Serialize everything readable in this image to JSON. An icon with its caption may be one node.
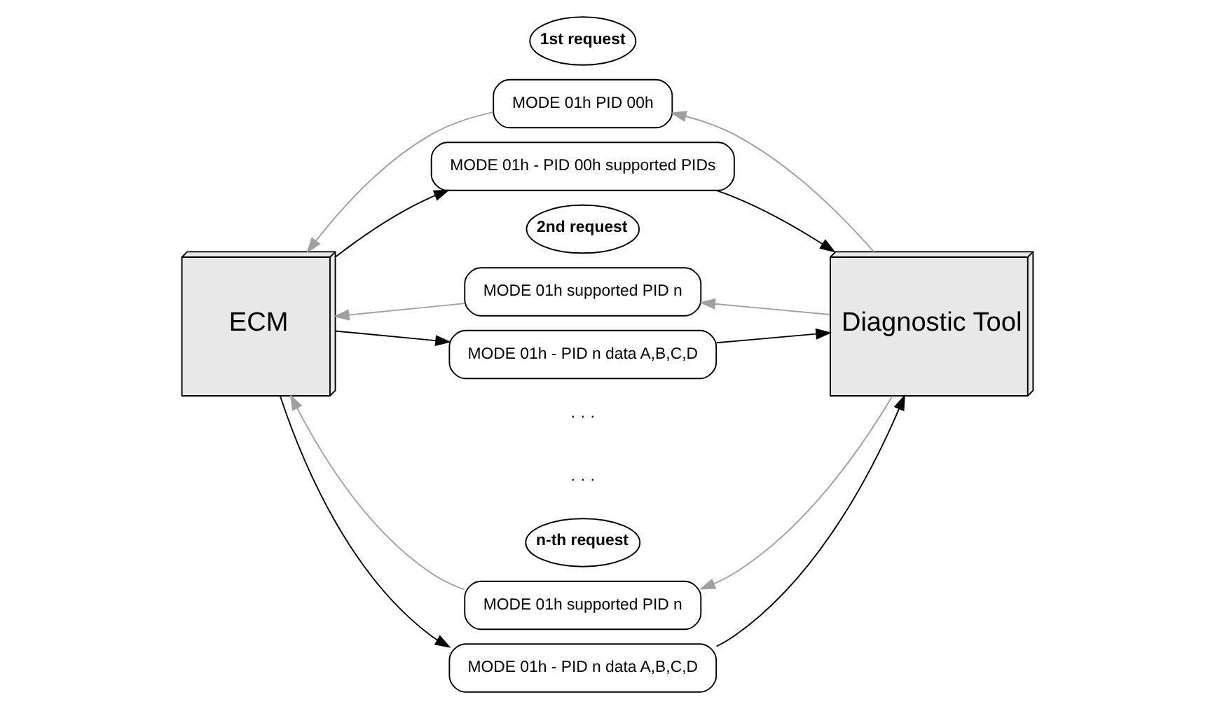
{
  "diagram": {
    "nodes": [
      {
        "text": [
          "ECM"
        ]
      },
      {
        "text": [
          "Diagnostic Tool"
        ]
      },
      {
        "text": [
          "1st request"
        ]
      },
      {
        "text": [
          "MODE 01h PID 00h"
        ]
      },
      {
        "text": [
          "MODE 01h - PID 00h supported PIDs"
        ]
      },
      {
        "text": [
          "2nd request"
        ]
      },
      {
        "text": [
          "MODE 01h supported PID n"
        ]
      },
      {
        "text": [
          "MODE 01h - PID n data A,B,C,D"
        ]
      },
      {
        "text": [
          "n-th request"
        ]
      },
      {
        "text": [
          "MODE 01h supported PID n"
        ]
      },
      {
        "text": [
          "MODE 01h - PID n data A,B,C,D"
        ]
      }
    ],
    "edges": [
      {
        "from": 1,
        "to": 3,
        "arrow": "to",
        "color": "#a0a0a0"
      },
      {
        "from": 3,
        "to": 0,
        "arrow": "to",
        "color": "#a0a0a0"
      },
      {
        "from": 0,
        "to": 4,
        "arrow": "to",
        "color": "#000000"
      },
      {
        "from": 4,
        "to": 1,
        "arrow": "to",
        "color": "#000000"
      },
      {
        "from": 1,
        "to": 6,
        "arrow": "to",
        "color": "#a0a0a0"
      },
      {
        "from": 6,
        "to": 0,
        "arrow": "to",
        "color": "#a0a0a0"
      },
      {
        "from": 0,
        "to": 7,
        "arrow": "to",
        "color": "#000000"
      },
      {
        "from": 7,
        "to": 1,
        "arrow": "to",
        "color": "#000000"
      },
      {
        "from": 1,
        "to": 9,
        "arrow": "to",
        "color": "#a0a0a0"
      },
      {
        "from": 9,
        "to": 0,
        "arrow": "to",
        "color": "#a0a0a0"
      },
      {
        "from": 0,
        "to": 10,
        "arrow": "to",
        "color": "#000000"
      },
      {
        "from": 10,
        "to": 1,
        "arrow": "to",
        "color": "#000000"
      }
    ],
    "labels": [
      "· · ·",
      "· · ·"
    ]
  }
}
